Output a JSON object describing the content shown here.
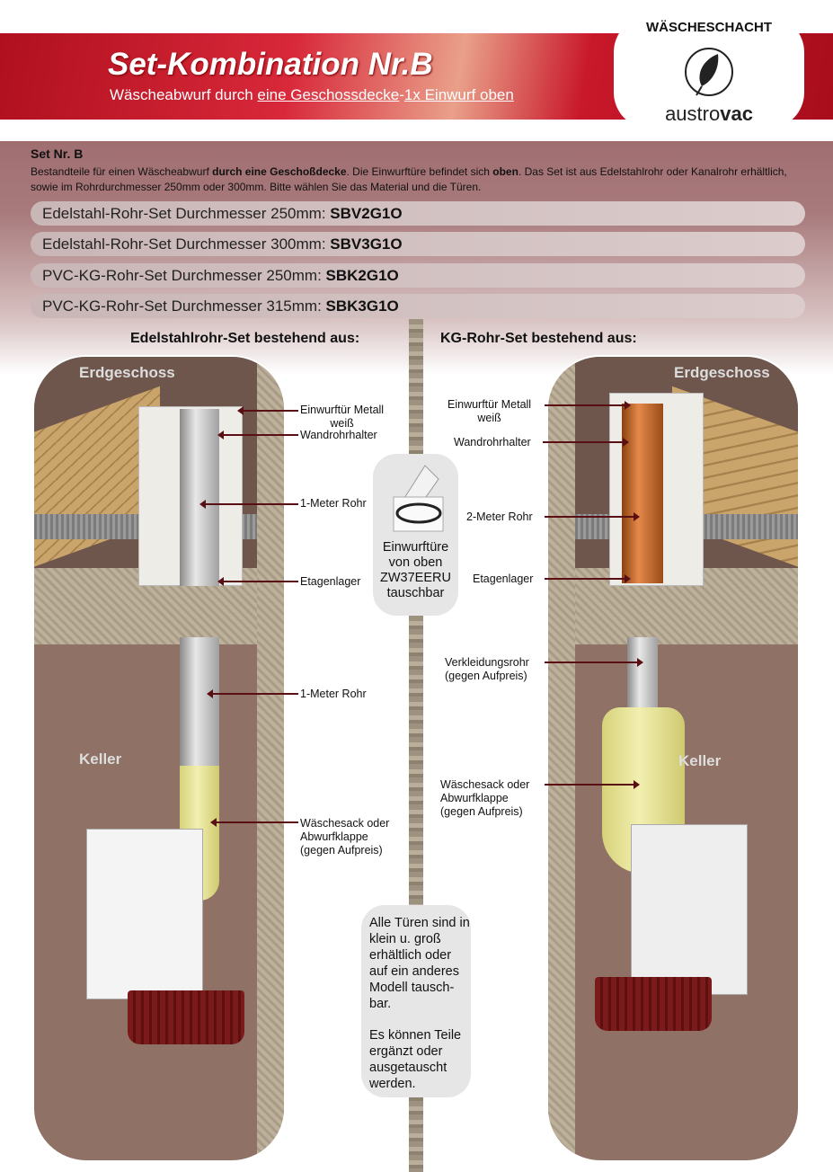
{
  "header": {
    "title": "Set-Kombination Nr.B",
    "subtitle_plain": "Wäscheabwurf durch ",
    "subtitle_link1": "eine Geschossdecke",
    "subtitle_sep": "-",
    "subtitle_link2": "1x Einwurf oben"
  },
  "logo": {
    "heading": "WÄSCHESCHACHT",
    "brand_light": "austro",
    "brand_bold": "vac"
  },
  "intro": {
    "title": "Set Nr. B",
    "p1": "Bestandteile für einen Wäscheabwurf ",
    "b1": "durch eine Geschoßdecke",
    "p2": ". Die Einwurftüre befindet sich ",
    "b2": "oben",
    "p3": ". Das Set ist aus Edelstahlrohr oder Kanalrohr erhältlich, sowie im Rohrdurchmesser 250mm oder 300mm. Bitte wählen Sie das Material und die Türen."
  },
  "options": [
    {
      "label": "Edelstahl-Rohr-Set Durchmesser 250mm: ",
      "code": "SBV2G1O"
    },
    {
      "label": "Edelstahl-Rohr-Set Durchmesser 300mm: ",
      "code": "SBV3G1O"
    },
    {
      "label": "PVC-KG-Rohr-Set Durchmesser 250mm:  ",
      "code": "SBK2G1O"
    },
    {
      "label": "PVC-KG-Rohr-Set Durchmesser 315mm:  ",
      "code": "SBK3G1O"
    }
  ],
  "left": {
    "heading": "Edelstahlrohr-Set bestehend aus:",
    "floor_top": "Erdgeschoss",
    "floor_bottom": "Keller",
    "labels": {
      "door": "Einwurftür Metall\nweiß",
      "holder": "Wandrohrhalter",
      "pipe1": "1-Meter Rohr",
      "bearing": "Etagenlager",
      "pipe2": "1-Meter Rohr",
      "bag": "Wäschesack oder\nAbwurfklappe\n(gegen Aufpreis)"
    }
  },
  "right": {
    "heading": "KG-Rohr-Set bestehend aus:",
    "floor_top": "Erdgeschoss",
    "floor_bottom": "Keller",
    "labels": {
      "door": "Einwurftür Metall\nweiß",
      "holder": "Wandrohrhalter",
      "pipe": "2-Meter Rohr",
      "bearing": "Etagenlager",
      "cover": "Verkleidungsrohr\n(gegen Aufpreis)",
      "bag": "Wäschesack oder\nAbwurfklappe\n(gegen Aufpreis)"
    }
  },
  "center": {
    "door_box": "Einwurftüre\nvon oben\nZW37EERU\ntauschbar",
    "note1": "Alle Türen sind in klein u. groß erhältlich oder auf ein anderes Modell tausch-bar.",
    "note2": "Es können Teile ergänzt oder ausgetauscht werden."
  }
}
